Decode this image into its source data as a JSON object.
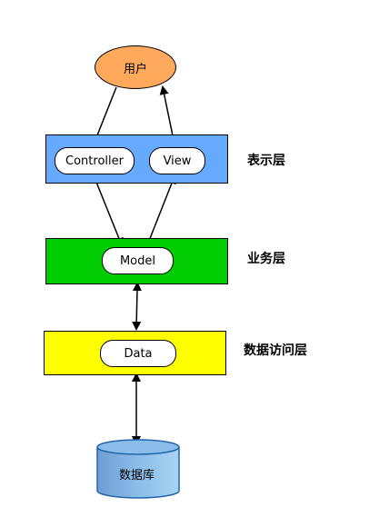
{
  "nodes": {
    "user": "用户",
    "controller": "Controller",
    "view": "View",
    "model": "Model",
    "data": "Data",
    "database": "数据库"
  },
  "layers": {
    "presentation": "表示层",
    "business": "业务层",
    "data_access": "数据访问层"
  },
  "colors": {
    "user_fill": "#FFA95C",
    "user_stroke": "#000000",
    "presentation_fill": "#66AAFF",
    "business_fill": "#00CC00",
    "data_access_fill": "#FFFF00",
    "database_fill": "#7DAEE0",
    "database_stroke": "#2266AA"
  }
}
